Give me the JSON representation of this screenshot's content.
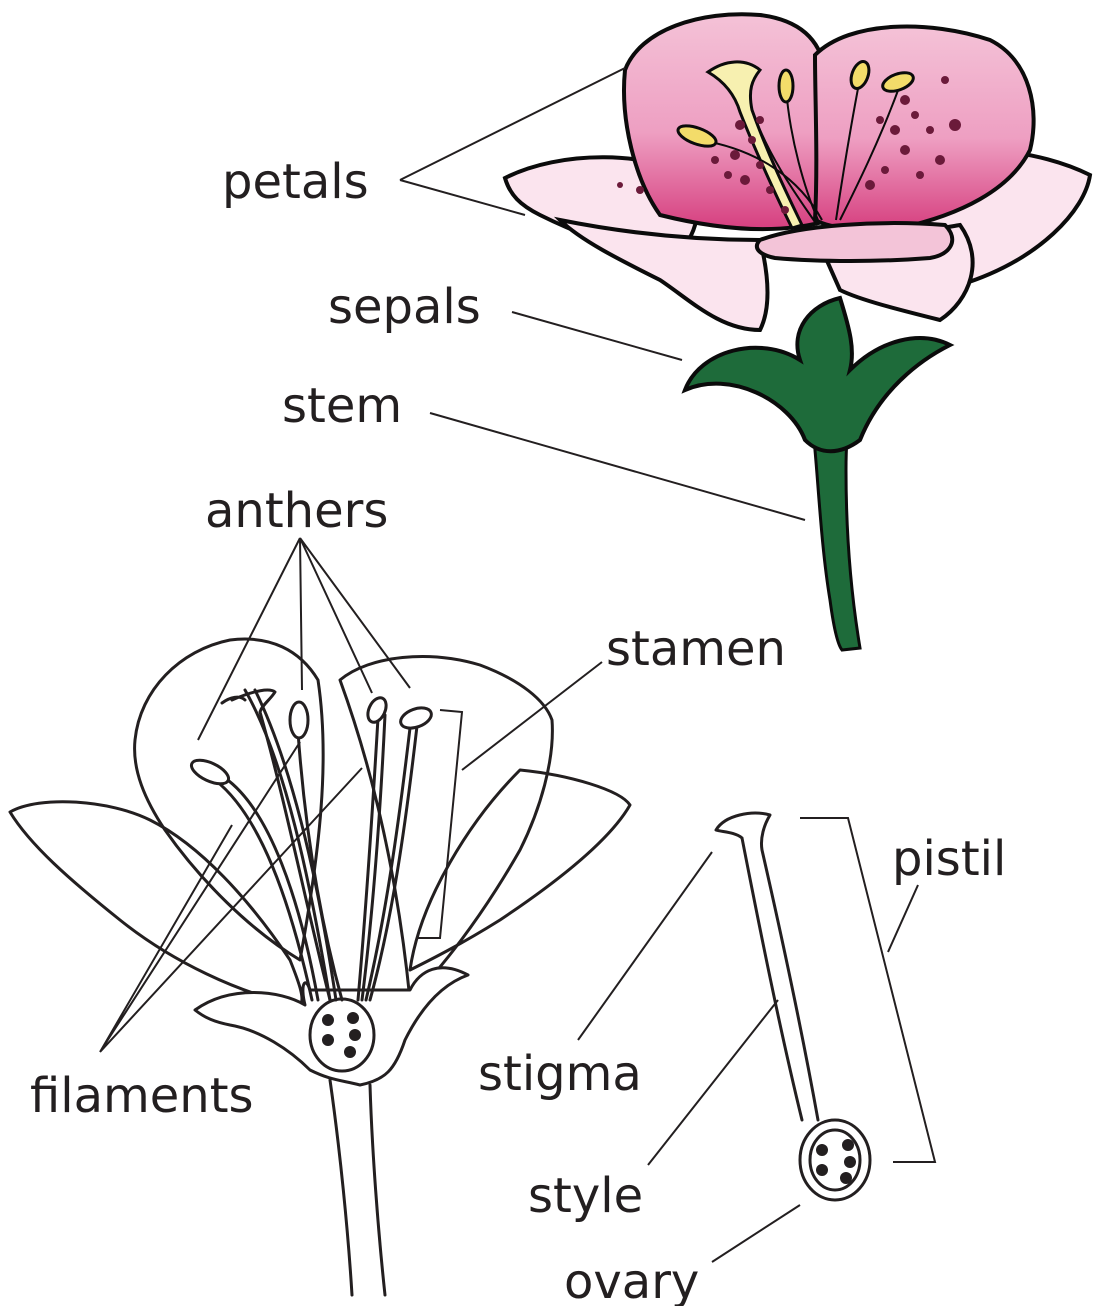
{
  "labels": {
    "petals": "petals",
    "sepals": "sepals",
    "stem": "stem",
    "anthers": "anthers",
    "stamen": "stamen",
    "filaments": "filaments",
    "pistil": "pistil",
    "stigma": "stigma",
    "style": "style",
    "ovary": "ovary"
  },
  "colors": {
    "petal_pink": "#f2b8d0",
    "petal_deep": "#d94f87",
    "petal_light": "#fbe4ee",
    "anther_yellow": "#f3dc6a",
    "pistil_cream": "#f7f0b0",
    "sepal_green": "#1e6b3a",
    "ink": "#231f20"
  }
}
